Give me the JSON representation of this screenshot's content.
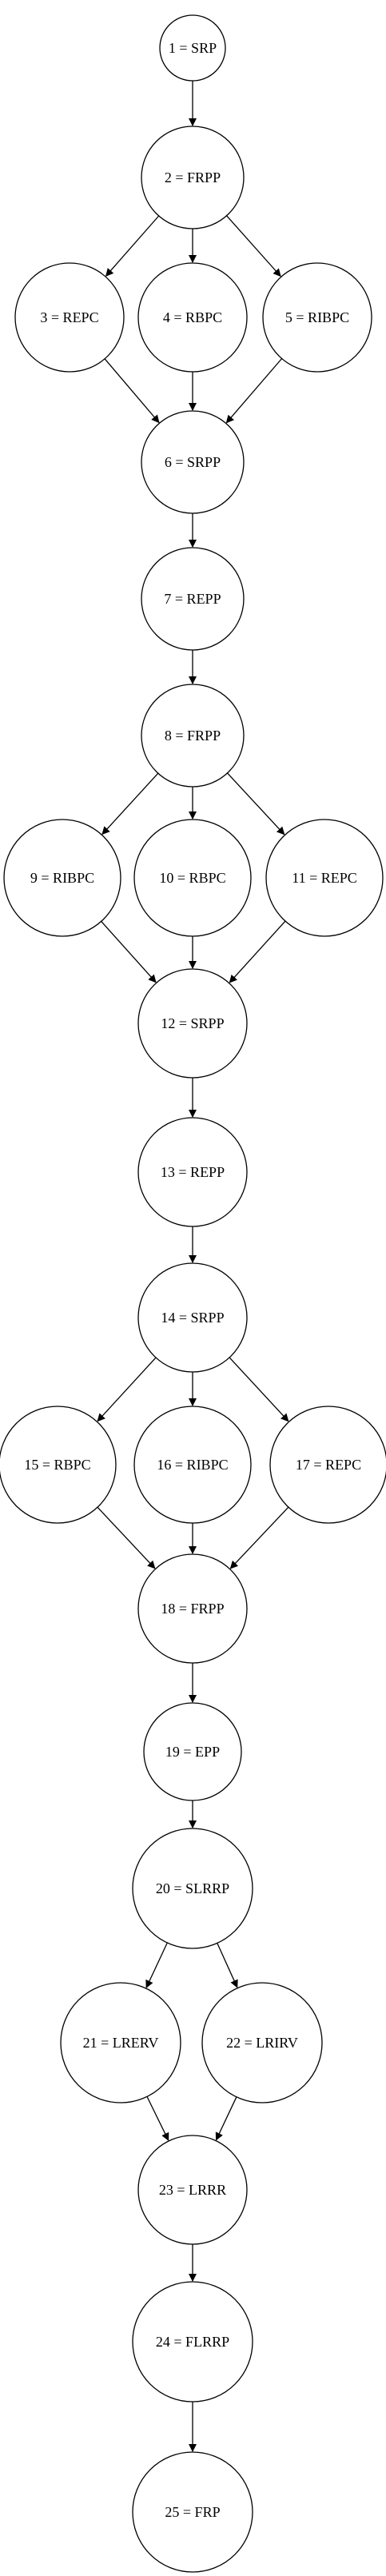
{
  "diagram": {
    "type": "directed-graph",
    "nodes": [
      {
        "id": 1,
        "label": "1 = SRP"
      },
      {
        "id": 2,
        "label": "2 = FRPP"
      },
      {
        "id": 3,
        "label": "3 = REPC"
      },
      {
        "id": 4,
        "label": "4 = RBPC"
      },
      {
        "id": 5,
        "label": "5 = RIBPC"
      },
      {
        "id": 6,
        "label": "6 = SRPP"
      },
      {
        "id": 7,
        "label": "7 = REPP"
      },
      {
        "id": 8,
        "label": "8 = FRPP"
      },
      {
        "id": 9,
        "label": "9 = RIBPC"
      },
      {
        "id": 10,
        "label": "10 = RBPC"
      },
      {
        "id": 11,
        "label": "11 = REPC"
      },
      {
        "id": 12,
        "label": "12 = SRPP"
      },
      {
        "id": 13,
        "label": "13 = REPP"
      },
      {
        "id": 14,
        "label": "14 = SRPP"
      },
      {
        "id": 15,
        "label": "15 = RBPC"
      },
      {
        "id": 16,
        "label": "16 = RIBPC"
      },
      {
        "id": 17,
        "label": "17 = REPC"
      },
      {
        "id": 18,
        "label": "18 = FRPP"
      },
      {
        "id": 19,
        "label": "19 = EPP"
      },
      {
        "id": 20,
        "label": "20 = SLRRP"
      },
      {
        "id": 21,
        "label": "21 = LRERV"
      },
      {
        "id": 22,
        "label": "22 = LRIRV"
      },
      {
        "id": 23,
        "label": "23 = LRRR"
      },
      {
        "id": 24,
        "label": "24 = FLRRP"
      },
      {
        "id": 25,
        "label": "25 = FRP"
      }
    ],
    "edges": [
      [
        1,
        2
      ],
      [
        2,
        3
      ],
      [
        2,
        4
      ],
      [
        2,
        5
      ],
      [
        3,
        6
      ],
      [
        4,
        6
      ],
      [
        5,
        6
      ],
      [
        6,
        7
      ],
      [
        7,
        8
      ],
      [
        8,
        9
      ],
      [
        8,
        10
      ],
      [
        8,
        11
      ],
      [
        9,
        12
      ],
      [
        10,
        12
      ],
      [
        11,
        12
      ],
      [
        12,
        13
      ],
      [
        13,
        14
      ],
      [
        14,
        15
      ],
      [
        14,
        16
      ],
      [
        14,
        17
      ],
      [
        15,
        18
      ],
      [
        16,
        18
      ],
      [
        17,
        18
      ],
      [
        18,
        19
      ],
      [
        19,
        20
      ],
      [
        20,
        21
      ],
      [
        20,
        22
      ],
      [
        21,
        23
      ],
      [
        22,
        23
      ],
      [
        23,
        24
      ],
      [
        24,
        25
      ]
    ]
  }
}
